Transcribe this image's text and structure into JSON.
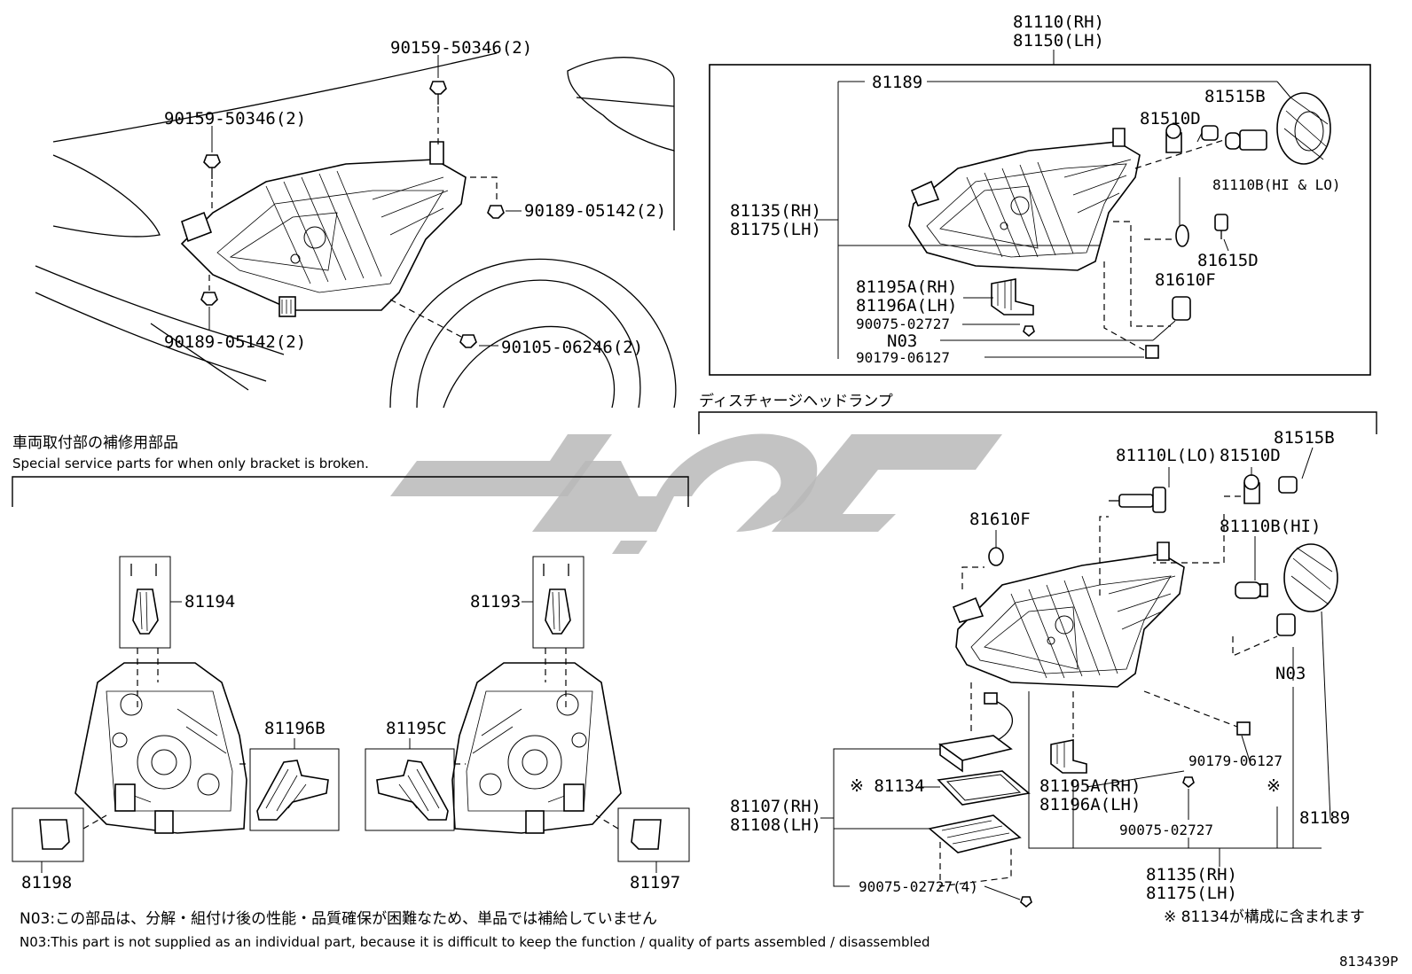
{
  "sheet_id": "813439P",
  "watermark_text": "",
  "section_top": {
    "callouts": {
      "bolt_top": "90159-50346(2)",
      "bolt_left": "90159-50346(2)",
      "nut_right": "90189-05142(2)",
      "nut_bottom_left": "90189-05142(2)",
      "screw_bottom": "90105-06246(2)"
    }
  },
  "assembly_halogen": {
    "main_rh": "81110(RH)",
    "main_lh": "81150(LH)",
    "labels": {
      "housing": "81189",
      "bulb_sock": "81515B",
      "bulb_small": "81510D",
      "bulb_hilo": "81110B(HI & LO)",
      "unit_rh": "81135(RH)",
      "unit_lh": "81175(LH)",
      "bulb_f": "81610F",
      "sock_d": "81615D",
      "bracket_rh": "81195A(RH)",
      "bracket_lh": "81196A(LH)",
      "screw": "90075-02727",
      "n03": "N03",
      "clip": "90179-06127"
    }
  },
  "assembly_discharge": {
    "heading_jp": "ディスチャージヘッドランプ",
    "labels": {
      "bulb_sock": "81515B",
      "bulb_lo": "81110L(LO)",
      "bulb_small": "81510D",
      "bulb_f": "81610F",
      "bulb_hi": "81110B(HI)",
      "n03": "N03",
      "clip": "90179-06127",
      "housing": "81189",
      "ballast_mark": "※",
      "ballast": "※ 81134",
      "unit_rh": "81107(RH)",
      "unit_lh": "81108(LH)",
      "bracket_rh": "81195A(RH)",
      "bracket_lh": "81196A(LH)",
      "screw": "90075-02727",
      "screw4": "90075-02727(4)",
      "lamp_rh": "81135(RH)",
      "lamp_lh": "81175(LH)",
      "footnote": "※  81134が構成に含まれます"
    }
  },
  "section_service": {
    "heading_jp": "車両取付部の補修用部品",
    "heading_en": "Special service parts for when only bracket is broken.",
    "labels": {
      "p81194": "81194",
      "p81193": "81193",
      "p81196B": "81196B",
      "p81195C": "81195C",
      "p81198": "81198",
      "p81197": "81197"
    }
  },
  "notes": {
    "n03_jp": "N03:この部品は、分解・組付け後の性能・品質確保が困難なため、単品では補給していません",
    "n03_en": "N03:This part is not supplied as an individual part, because it is difficult to keep the function / quality of parts assembled / disassembled"
  }
}
